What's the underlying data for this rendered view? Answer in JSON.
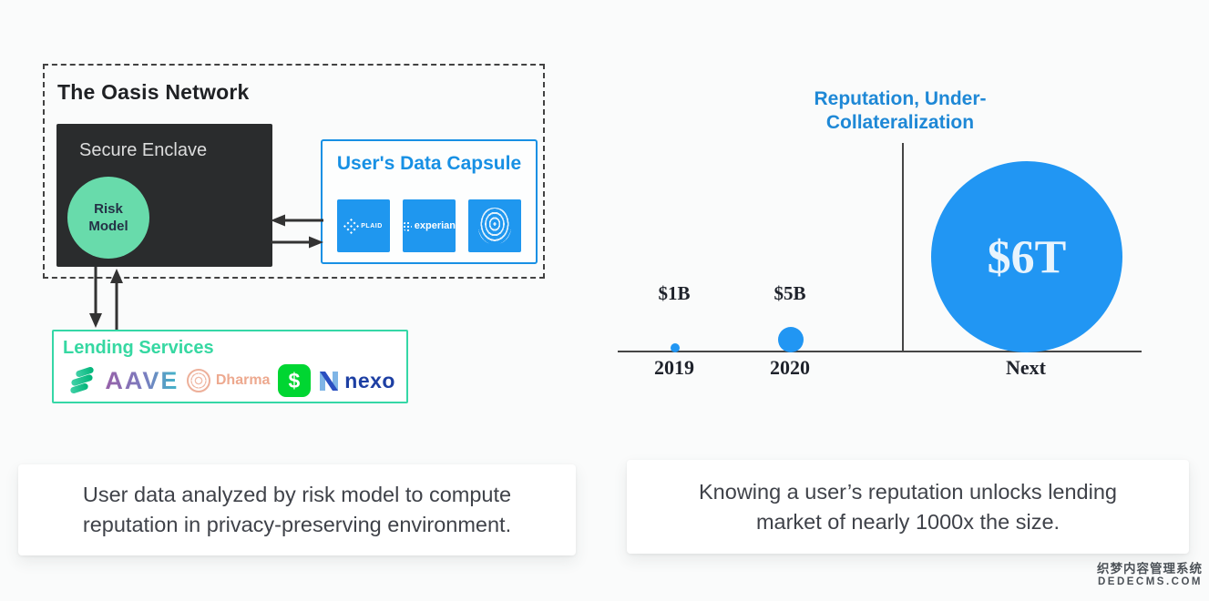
{
  "colors": {
    "capsule_blue": "#1790e4",
    "tile_blue": "#1f97ef",
    "chart_blue": "#2196f3",
    "mint_green": "#35d7a6",
    "enclave_dark": "#2a2c2d",
    "risk_circle_green": "#68dbab",
    "title_blue": "#1e88d6",
    "cash_green": "#00d632"
  },
  "oasis_diagram": {
    "title": "The Oasis Network",
    "secure_enclave": {
      "label": "Secure Enclave",
      "risk_model_line1": "Risk",
      "risk_model_line2": "Model"
    },
    "data_capsule": {
      "title": "User's Data Capsule",
      "tiles": [
        {
          "name": "Plaid",
          "label": "PLAID"
        },
        {
          "name": "Experian",
          "label": "experian"
        },
        {
          "name": "Fingerprint",
          "label": ""
        }
      ]
    },
    "lending": {
      "title": "Lending Services",
      "providers": [
        "Compound",
        "AAVE",
        "Dharma",
        "Cash App",
        "Nexo"
      ],
      "aave_label": "AAVE",
      "dharma_label": "Dharma",
      "cashapp_symbol": "$",
      "nexo_label": "nexo"
    }
  },
  "chart_data": {
    "type": "scatter",
    "title": "Reputation, Under-Collateralization",
    "title_lines": [
      "Reputation, Under-",
      "Collateralization"
    ],
    "categories": [
      "2019",
      "2020",
      "Next"
    ],
    "value_labels": [
      "$1B",
      "$5B",
      "$6T"
    ],
    "values_usd": [
      1000000000,
      5000000000,
      6000000000000
    ],
    "point_radius_px": [
      5,
      14,
      105
    ],
    "xlabel": "",
    "ylabel": "",
    "grid": false,
    "legend": false
  },
  "captions": {
    "left_line1": "User data analyzed by risk model to compute",
    "left_line2": "reputation in privacy-preserving environment.",
    "right_line1": "Knowing a user’s reputation unlocks lending",
    "right_line2": "market of nearly 1000x the size."
  },
  "watermark": {
    "line1": "织梦内容管理系统",
    "line2": "DEDECMS.COM"
  }
}
